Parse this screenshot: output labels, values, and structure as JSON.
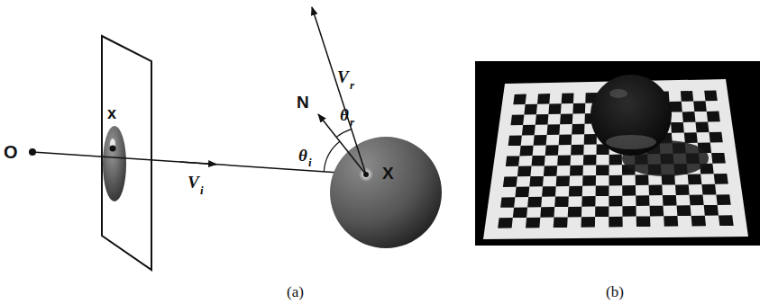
{
  "diagram": {
    "labels": [
      "O",
      "x",
      "V",
      "i",
      "N",
      "V",
      "r",
      "θ",
      "r",
      "θ",
      "i",
      "X",
      "(a)",
      "(b)"
    ]
  }
}
